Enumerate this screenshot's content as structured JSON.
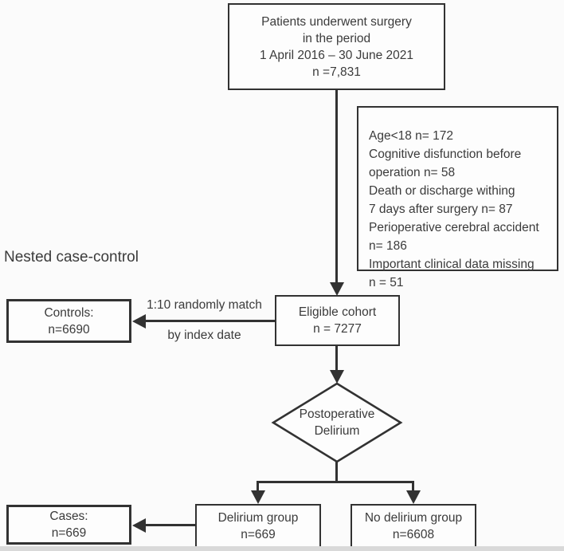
{
  "figure": {
    "background_color": "#fbfbfb",
    "line_color": "#323232",
    "text_color": "#3b3b3b",
    "box_fill_color": "#fdfdfd",
    "study_label": "Nested case-control",
    "nodes": {
      "surgery": "Patients underwent surgery\nin the period\n1 April 2016 – 30 June 2021\nn =7,831",
      "exclusions": "Age<18 n= 172\nCognitive disfunction before\noperation n= 58\nDeath or discharge withing\n7 days after surgery n= 87\nPerioperative cerebral accident\nn= 186\nImportant clinical data missing\nn = 51",
      "controls": "Controls:\nn=6690",
      "eligible": "Eligible cohort\nn = 7277",
      "decision": "Postoperative\nDelirium",
      "delirium": "Delirium group\nn=669",
      "no_delirium": "No delirium group\nn=6608",
      "cases": "Cases:\nn=669"
    },
    "edge_labels": {
      "match_method": "1:10 randomly match",
      "match_by": "by index date"
    }
  }
}
